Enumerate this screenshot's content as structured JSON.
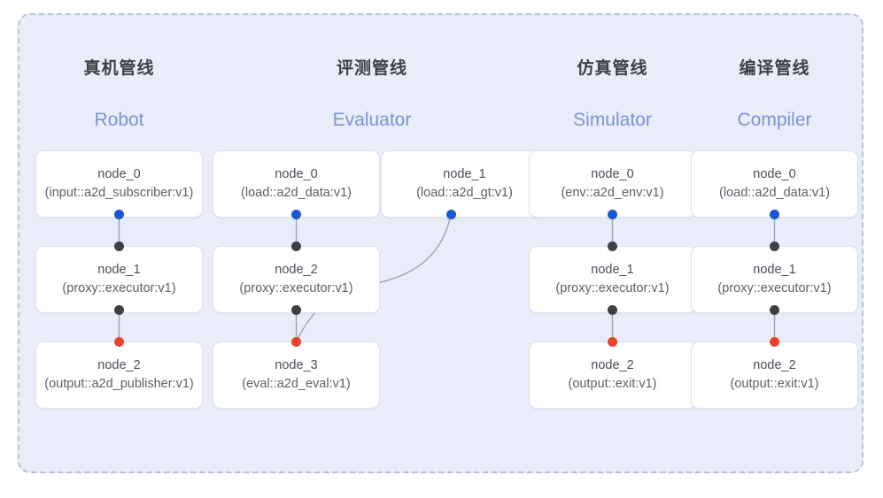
{
  "diagram": {
    "background_color": "#e8edf9",
    "border_color": "#b9c3d6",
    "edge_color": "#9aa3b5",
    "port_colors": {
      "output": "#1a55d4",
      "link": "#3c4043",
      "terminal": "#e8432b"
    },
    "title_color": "#3c4043",
    "subtitle_color": "#7d93d4"
  },
  "columns": [
    {
      "id": "robot",
      "title_cn": "真机管线",
      "title_en": "Robot",
      "nodes": [
        {
          "name": "node_0",
          "type": "(input::a2d_subscriber:v1)"
        },
        {
          "name": "node_1",
          "type": "(proxy::executor:v1)"
        },
        {
          "name": "node_2",
          "type": "(output::a2d_publisher:v1)"
        }
      ]
    },
    {
      "id": "evaluator",
      "title_cn": "评测管线",
      "title_en": "Evaluator",
      "nodes": [
        {
          "name": "node_0",
          "type": "(load::a2d_data:v1)"
        },
        {
          "name": "node_1",
          "type": "(load::a2d_gt:v1)"
        },
        {
          "name": "node_2",
          "type": "(proxy::executor:v1)"
        },
        {
          "name": "node_3",
          "type": "(eval::a2d_eval:v1)"
        }
      ]
    },
    {
      "id": "simulator",
      "title_cn": "仿真管线",
      "title_en": "Simulator",
      "nodes": [
        {
          "name": "node_0",
          "type": "(env::a2d_env:v1)"
        },
        {
          "name": "node_1",
          "type": "(proxy::executor:v1)"
        },
        {
          "name": "node_2",
          "type": "(output::exit:v1)"
        }
      ]
    },
    {
      "id": "compiler",
      "title_cn": "编译管线",
      "title_en": "Compiler",
      "nodes": [
        {
          "name": "node_0",
          "type": "(load::a2d_data:v1)"
        },
        {
          "name": "node_1",
          "type": "(proxy::executor:v1)"
        },
        {
          "name": "node_2",
          "type": "(output::exit:v1)"
        }
      ]
    }
  ]
}
